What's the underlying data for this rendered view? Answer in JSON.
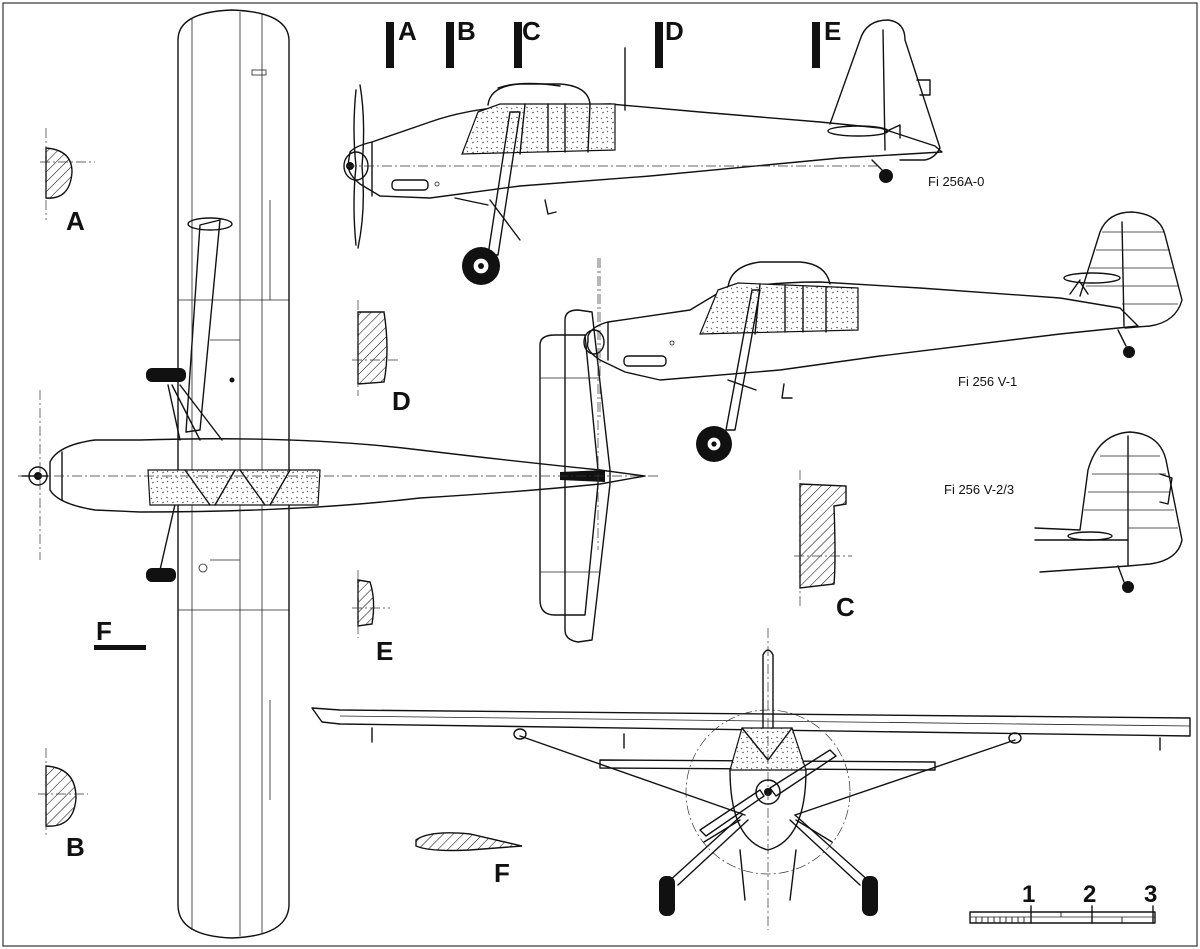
{
  "section_markers": [
    "A",
    "B",
    "C",
    "D",
    "E"
  ],
  "section_labels": {
    "A": "A",
    "B": "B",
    "C": "C",
    "D": "D",
    "E": "E",
    "F_plan": "F",
    "F_profile": "F"
  },
  "variants": {
    "a0": "Fi 256A-0",
    "v1": "Fi 256 V-1",
    "v23": "Fi 256 V-2/3"
  },
  "scale": {
    "marks": [
      "1",
      "2",
      "3"
    ]
  }
}
